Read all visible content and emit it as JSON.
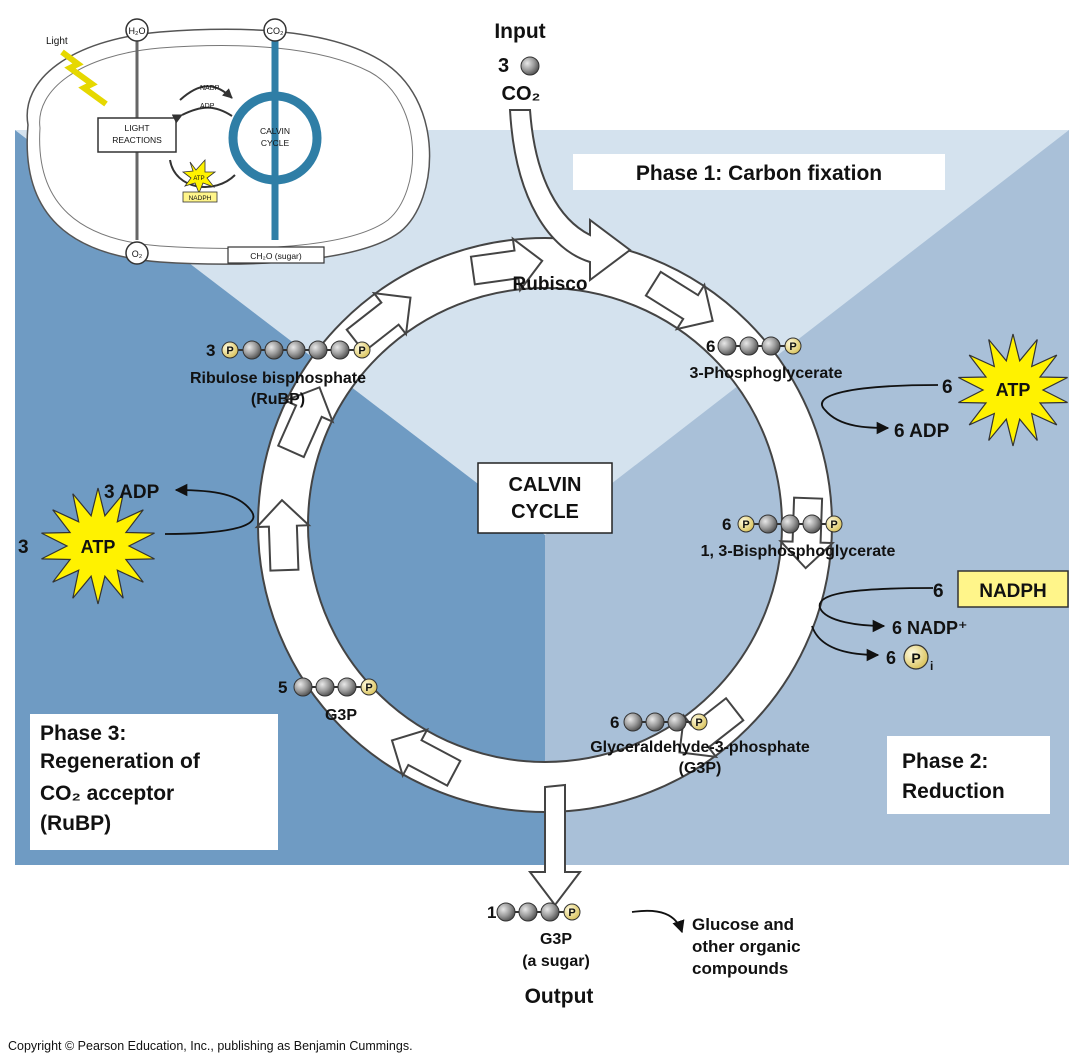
{
  "inset": {
    "light": "Light",
    "h2o": "H₂O",
    "co2": "CO₂",
    "o2": "O₂",
    "light_reactions": [
      "LIGHT",
      "REACTIONS"
    ],
    "calvin_cycle": [
      "CALVIN",
      "CYCLE"
    ],
    "nadp": "NADP",
    "adp": "ADP",
    "atp": "ATP",
    "nadph": "NADPH",
    "sugar": "CH₂O (sugar)"
  },
  "input": {
    "label": "Input",
    "count": "3",
    "molecule": "CO₂"
  },
  "enzyme": "Rubisco",
  "center": [
    "CALVIN",
    "CYCLE"
  ],
  "phases": {
    "phase1": "Phase 1: Carbon fixation",
    "phase2": [
      "Phase 2:",
      "Reduction"
    ],
    "phase3": [
      "Phase 3:",
      "Regeneration of",
      "CO₂ acceptor",
      "(RuBP)"
    ]
  },
  "molecules": {
    "pga": {
      "count": "6",
      "name": "3-Phosphoglycerate"
    },
    "bpg": {
      "count": "6",
      "name": "1, 3-Bisphosphoglycerate"
    },
    "g3p": {
      "count": "6",
      "name": [
        "Glyceraldehyde-3-phosphate",
        "(G3P)"
      ]
    },
    "g3p5": {
      "count": "5",
      "name": "G3P"
    },
    "rubp": {
      "count": "3",
      "name": [
        "Ribulose bisphosphate",
        "(RuBP)"
      ]
    }
  },
  "energy": {
    "atp_in_phase2": {
      "count": "6",
      "label": "ATP",
      "product": "6 ADP"
    },
    "nadph_in": {
      "count": "6",
      "label": "NADPH",
      "product": "6 NADP⁺",
      "pi_count": "6",
      "pi_label": "P",
      "pi_sub": "i"
    },
    "atp_in_phase3": {
      "count": "3",
      "label": "ATP",
      "product": "3 ADP"
    }
  },
  "output": {
    "count": "1",
    "name": [
      "G3P",
      "(a sugar)"
    ],
    "label": "Output",
    "destination": [
      "Glucose and",
      "other organic",
      "compounds"
    ]
  },
  "phosphate_symbol": "P",
  "copyright": "Copyright © Pearson Education, Inc., publishing as Benjamin Cummings.",
  "colors": {
    "phase1_bg": "#d4e2ee",
    "phase2_bg": "#a9c0d8",
    "phase3_bg": "#6f9bc3",
    "atp_star": "#fff200",
    "nadph_box": "#fff58a",
    "carbon": "#9a9a9a",
    "phosphate": "#f4e69a",
    "calvin_inset": "#2f7ea6"
  }
}
